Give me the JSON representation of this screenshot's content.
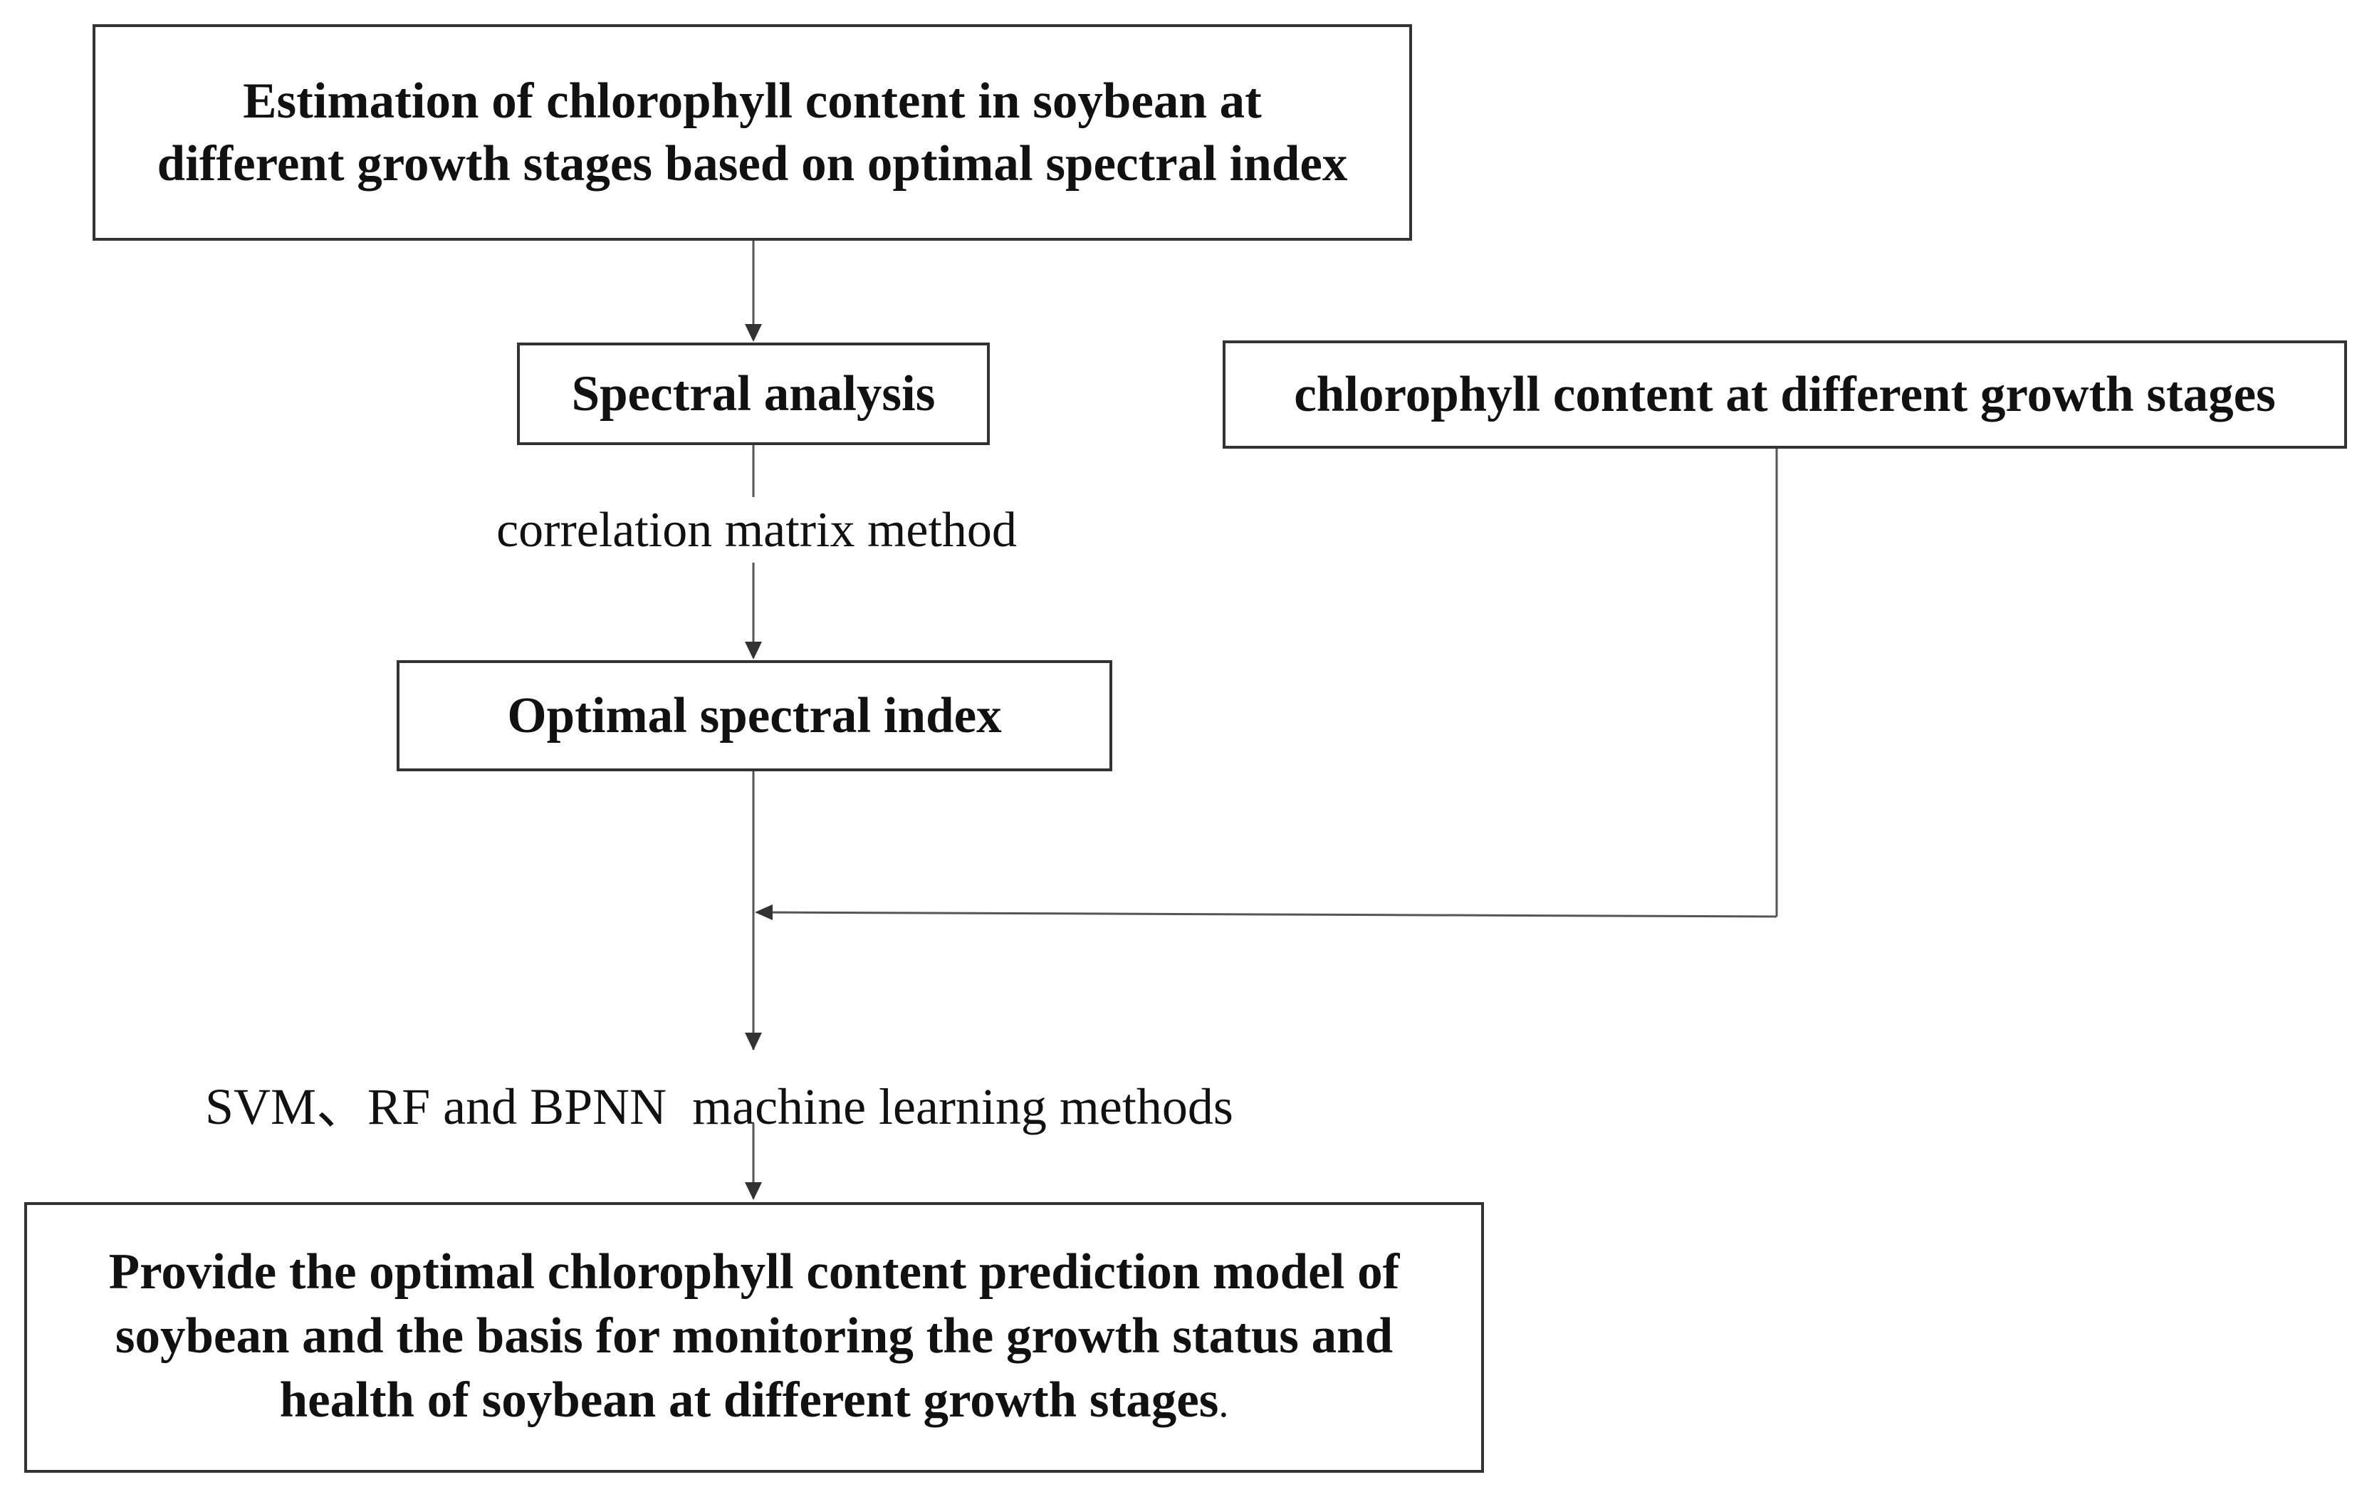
{
  "title_box": {
    "line1": "Estimation of chlorophyll content in soybean at",
    "line2": "different growth stages based on optimal spectral index"
  },
  "spectral_box": {
    "text": "Spectral analysis"
  },
  "chlorophyll_box": {
    "text": "chlorophyll content at different growth stages"
  },
  "correlation_label": "correlation matrix method",
  "optimal_box": {
    "text": "Optimal spectral index"
  },
  "ml_label": "SVM、RF and BPNN  machine learning methods",
  "final_box": {
    "line1": "Provide the optimal chlorophyll content prediction model of",
    "line2": "soybean and the basis for monitoring the growth status and",
    "line3": "health of soybean at different growth stages",
    "end_mark": "."
  }
}
